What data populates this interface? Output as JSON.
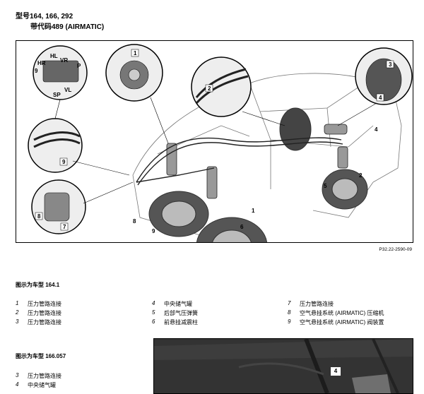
{
  "header": {
    "model_line": "型号164, 166, 292",
    "variant_line": "带代码489 (AIRMATIC)"
  },
  "figure": {
    "code": "P32.22-2590-09",
    "callouts": [
      "1",
      "2",
      "3",
      "4",
      "5",
      "6",
      "7",
      "8",
      "9"
    ],
    "valve_labels": [
      "HL",
      "HR",
      "VR",
      "9",
      "P",
      "VL",
      "SP"
    ]
  },
  "section1": {
    "title": "图示为车型 164.1",
    "items": [
      {
        "num": "1",
        "text": "压力管路连接"
      },
      {
        "num": "2",
        "text": "压力管路连接"
      },
      {
        "num": "3",
        "text": "压力管路连接"
      },
      {
        "num": "4",
        "text": "中央储气罐"
      },
      {
        "num": "5",
        "text": "后部气压弹簧"
      },
      {
        "num": "6",
        "text": "前悬挂减震柱"
      },
      {
        "num": "7",
        "text": "压力管路连接"
      },
      {
        "num": "8",
        "text": "空气悬挂系统 (AIRMATIC) 压缩机"
      },
      {
        "num": "9",
        "text": "空气悬挂系统 (AIRMATIC) 阀装置"
      }
    ]
  },
  "section2": {
    "title": "图示为车型 166.057",
    "items": [
      {
        "num": "3",
        "text": "压力管路连接"
      },
      {
        "num": "4",
        "text": "中央储气罐"
      }
    ],
    "photo_callout": "4"
  }
}
